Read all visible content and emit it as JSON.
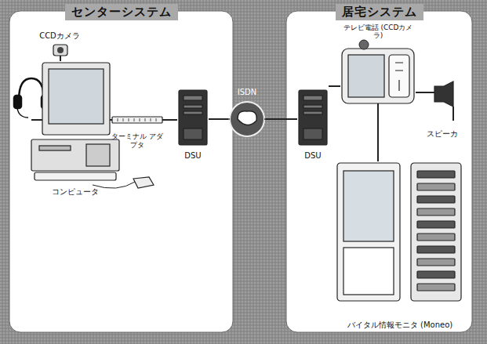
{
  "diagram": {
    "nodes": [
      {
        "text": [
          "センターシステム"
        ]
      },
      {
        "text": [
          "CCDカメラ"
        ],
        "in": 0
      },
      {
        "text": [
          "コンピュータ"
        ],
        "in": 0
      },
      {
        "text": [
          "ターミナル アダプタ"
        ],
        "in": 0
      },
      {
        "text": [
          "DSU"
        ],
        "in": 0
      },
      {
        "text": [
          "ISDN"
        ]
      },
      {
        "text": [
          "居宅システム"
        ]
      },
      {
        "text": [
          "DSU"
        ],
        "in": 6
      },
      {
        "text": [
          "テレビ電話 (CCDカメラ)"
        ],
        "in": 6
      },
      {
        "text": [
          "スピーカ"
        ],
        "in": 6
      },
      {
        "text": [
          "バイタル情報モニタ (Moneo)"
        ],
        "in": 6
      }
    ],
    "edges": [
      {
        "from": 2,
        "to": 3,
        "arrow": "none"
      },
      {
        "from": 3,
        "to": 4,
        "arrow": "none"
      },
      {
        "from": 4,
        "to": 5,
        "arrow": "none"
      },
      {
        "from": 5,
        "to": 7,
        "arrow": "none"
      },
      {
        "from": 7,
        "to": 8,
        "arrow": "none"
      },
      {
        "from": 8,
        "to": 9,
        "arrow": "none"
      },
      {
        "from": 8,
        "to": 10,
        "arrow": "none"
      }
    ]
  }
}
